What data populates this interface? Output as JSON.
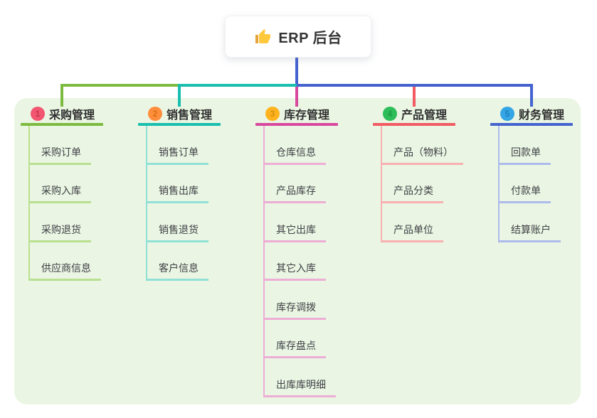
{
  "root": {
    "label": "ERP 后台",
    "icon": "thumbs-up-icon"
  },
  "colors": {
    "canvas_bg": "#ffffff",
    "panel_bg": "#eaf6e3",
    "root_line": "#4563cf",
    "header_text": "#303030",
    "child_text": "#3f3f46"
  },
  "branches": [
    {
      "index": "1",
      "title": "采购管理",
      "badge_bg": "#f25670",
      "badge_num": "#c23a51",
      "line": "#7cbb40",
      "line_light": "#b9df90",
      "children": [
        "采购订单",
        "采购入库",
        "采购退货",
        "供应商信息"
      ]
    },
    {
      "index": "2",
      "title": "销售管理",
      "badge_bg": "#ff8e3c",
      "badge_num": "#d86f12",
      "line": "#19bfae",
      "line_light": "#90e0d6",
      "children": [
        "销售订单",
        "销售出库",
        "销售退货",
        "客户信息"
      ]
    },
    {
      "index": "3",
      "title": "库存管理",
      "badge_bg": "#ffb31f",
      "badge_num": "#d3910c",
      "line": "#d8489e",
      "line_light": "#edadd4",
      "children": [
        "仓库信息",
        "产品库存",
        "其它出库",
        "其它入库",
        "库存调拨",
        "库存盘点",
        "出库库明细"
      ]
    },
    {
      "index": "4",
      "title": "产品管理",
      "badge_bg": "#2ebd5b",
      "badge_num": "#1f9c46",
      "line": "#f25b63",
      "line_light": "#f8b0b3",
      "children": [
        "产品（物料）",
        "产品分类",
        "产品单位"
      ]
    },
    {
      "index": "5",
      "title": "财务管理",
      "badge_bg": "#35a6e5",
      "badge_num": "#1d7fbd",
      "line": "#4563cf",
      "line_light": "#adbaec",
      "children": [
        "回款单",
        "付款单",
        "结算账户"
      ]
    }
  ]
}
